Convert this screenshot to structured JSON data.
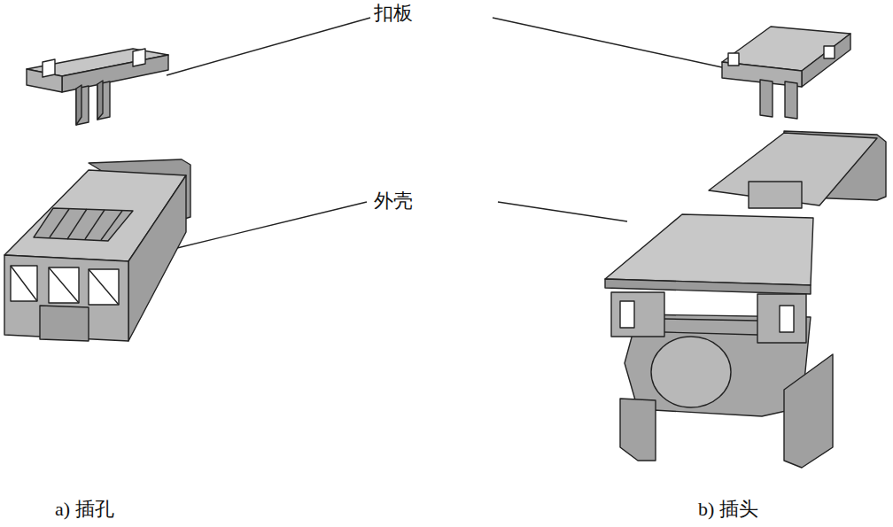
{
  "diagram": {
    "labels": [
      "扣板",
      "外壳",
      "a) 插孔",
      "b) 插头"
    ]
  }
}
